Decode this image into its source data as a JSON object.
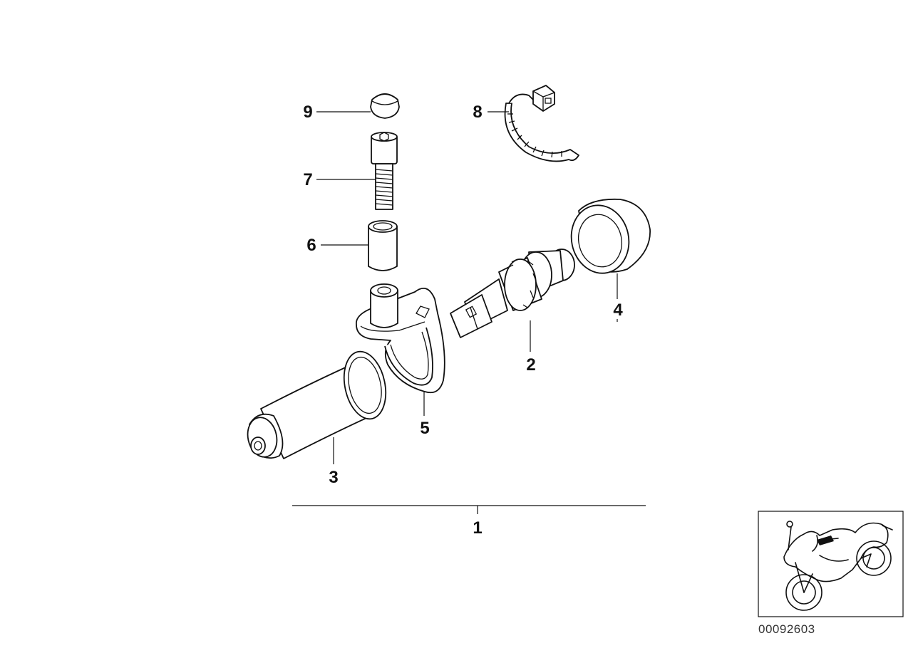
{
  "callouts": [
    {
      "key": "c9",
      "label": "9"
    },
    {
      "key": "c8",
      "label": "8"
    },
    {
      "key": "c7",
      "label": "7"
    },
    {
      "key": "c6",
      "label": "6"
    },
    {
      "key": "c4",
      "label": "4"
    },
    {
      "key": "c2",
      "label": "2"
    },
    {
      "key": "c5",
      "label": "5"
    },
    {
      "key": "c3",
      "label": "3"
    },
    {
      "key": "c1",
      "label": "1"
    }
  ],
  "diagram_id": "00092603",
  "colors": {
    "line": "#111111",
    "background": "#ffffff"
  }
}
